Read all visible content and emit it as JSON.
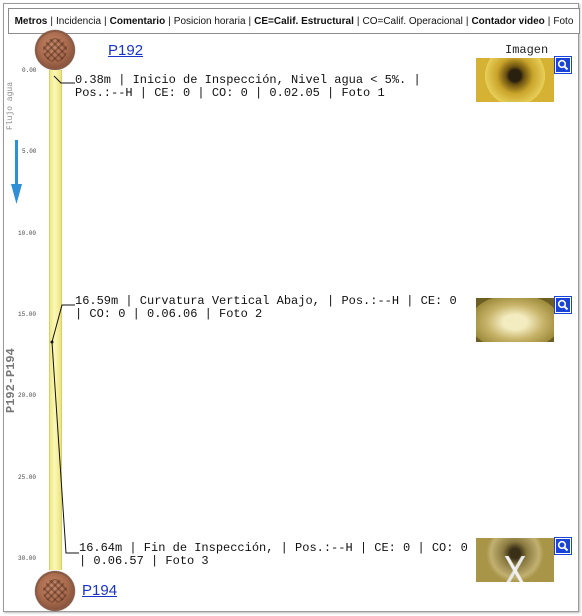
{
  "legend": {
    "items": [
      {
        "text": "Metros",
        "bold": true
      },
      {
        "text": "Incidencia",
        "bold": false
      },
      {
        "text": "Comentario",
        "bold": true
      },
      {
        "text": "Posicion horaria",
        "bold": false
      },
      {
        "text": "CE=Calif. Estructural",
        "bold": true
      },
      {
        "text": "CO=Calif. Operacional",
        "bold": false
      },
      {
        "text": "Contador video",
        "bold": true
      },
      {
        "text": "Foto",
        "bold": false
      }
    ],
    "separator": "|"
  },
  "nodes": {
    "start": "P192",
    "end": "P194"
  },
  "images_header": "Imagen",
  "flow_label": "Flujo agua",
  "pipe_label": "P192-P194",
  "ticks": [
    "0.00",
    "5.00",
    "10.00",
    "15.00",
    "20.00",
    "25.00",
    "30.00"
  ],
  "events": [
    {
      "text": "0.38m | Inicio de Inspección, Nivel agua < 5%. | Pos.:--H | CE: 0 | CO: 0 | 0.02.05 | Foto 1",
      "photo_icon": "pipe-photo-1",
      "zoom_icon": "zoom-icon"
    },
    {
      "text": "16.59m | Curvatura Vertical Abajo, | Pos.:--H | CE: 0 | CO: 0 | 0.06.06 | Foto 2",
      "photo_icon": "pipe-photo-2",
      "zoom_icon": "zoom-icon"
    },
    {
      "text": "16.64m | Fin de Inspección, | Pos.:--H | CE: 0 | CO: 0 | 0.06.57 | Foto 3",
      "photo_icon": "pipe-photo-3",
      "zoom_icon": "zoom-icon"
    }
  ],
  "colors": {
    "pipe": "#f6f2a0",
    "link": "#1a33c8",
    "arrow": "#2f8fd6",
    "zoom": "#1a44d8"
  }
}
